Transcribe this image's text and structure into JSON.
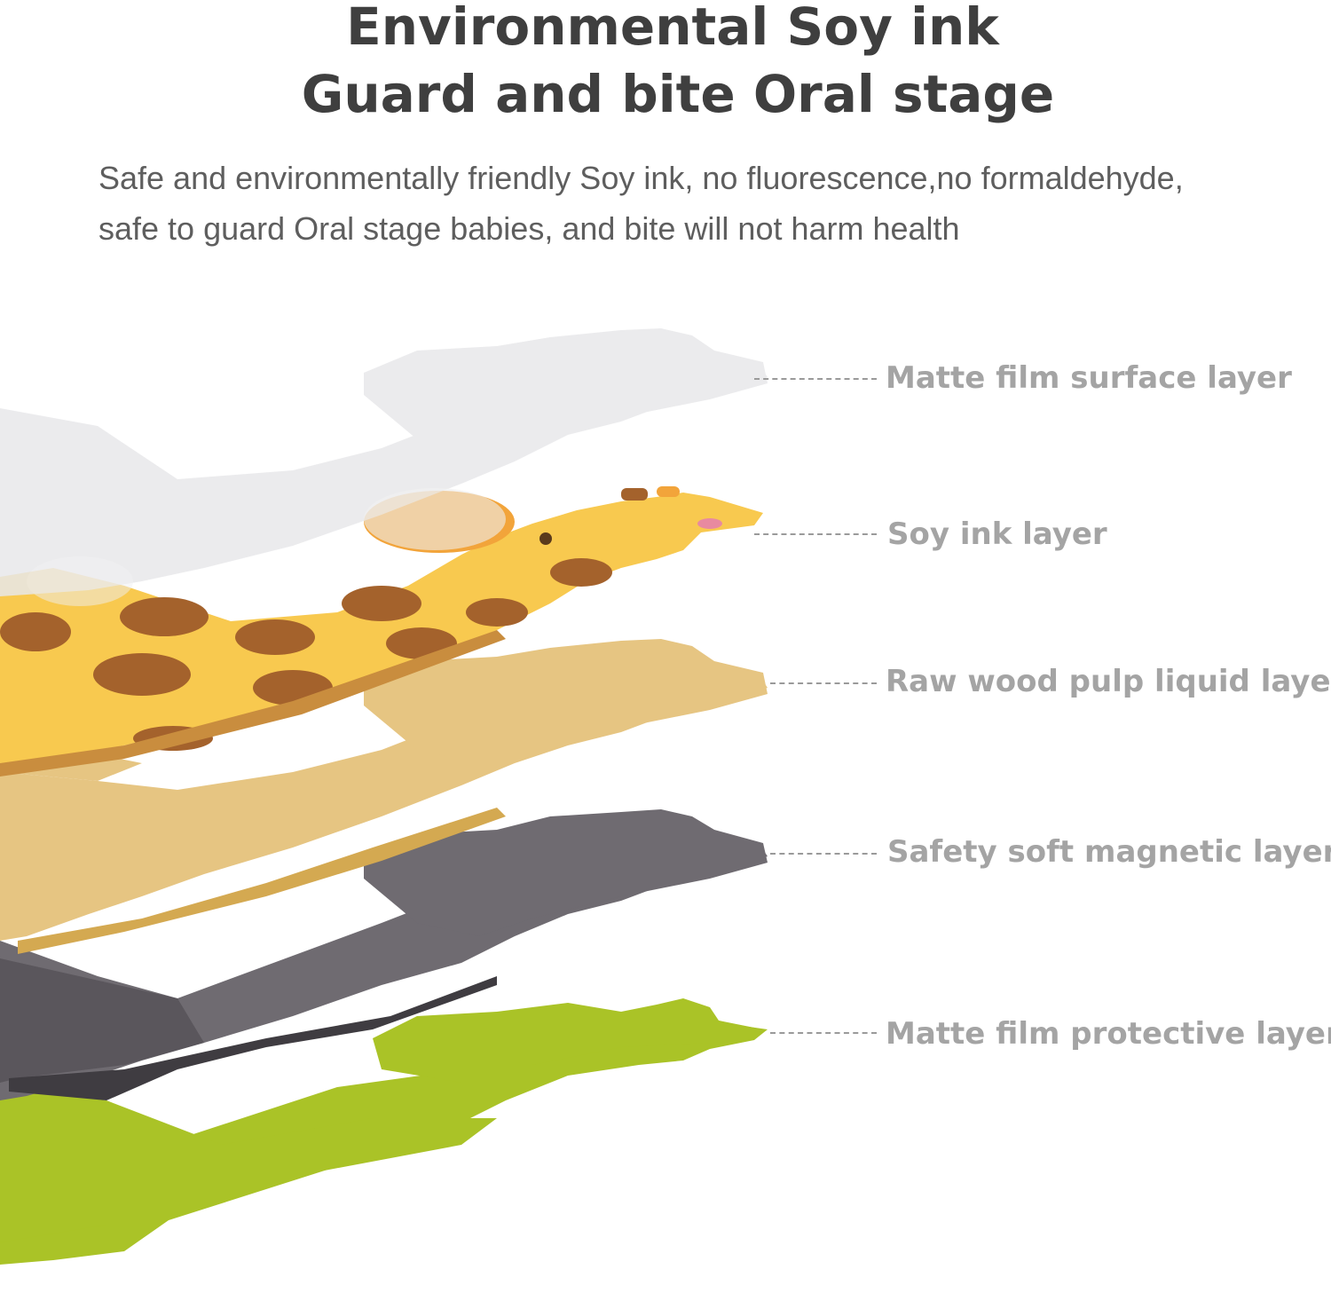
{
  "header": {
    "title_line1": "Environmental Soy ink",
    "title_line2": "Guard and bite Oral stage",
    "subtitle_line1": "Safe and environmentally friendly Soy ink, no fluorescence,no formaldehyde,",
    "subtitle_line2": "safe to guard Oral stage babies, and bite will not harm health"
  },
  "layers": [
    {
      "label": "Matte film surface layer",
      "color": "#e8e8ea"
    },
    {
      "label": "Soy ink layer",
      "color": "#f8c94f"
    },
    {
      "label": "Raw wood pulp liquid layer",
      "color": "#e6c582"
    },
    {
      "label": "Safety soft magnetic layer",
      "color": "#6f6b71"
    },
    {
      "label": "Matte film protective layer",
      "color": "#aac327"
    }
  ],
  "colors": {
    "title": "#3f3f3f",
    "subtitle": "#5e5e5e",
    "label": "#a4a4a4",
    "giraffe_spots": "#a4622c",
    "giraffe_muzzle": "#f2a43a"
  }
}
